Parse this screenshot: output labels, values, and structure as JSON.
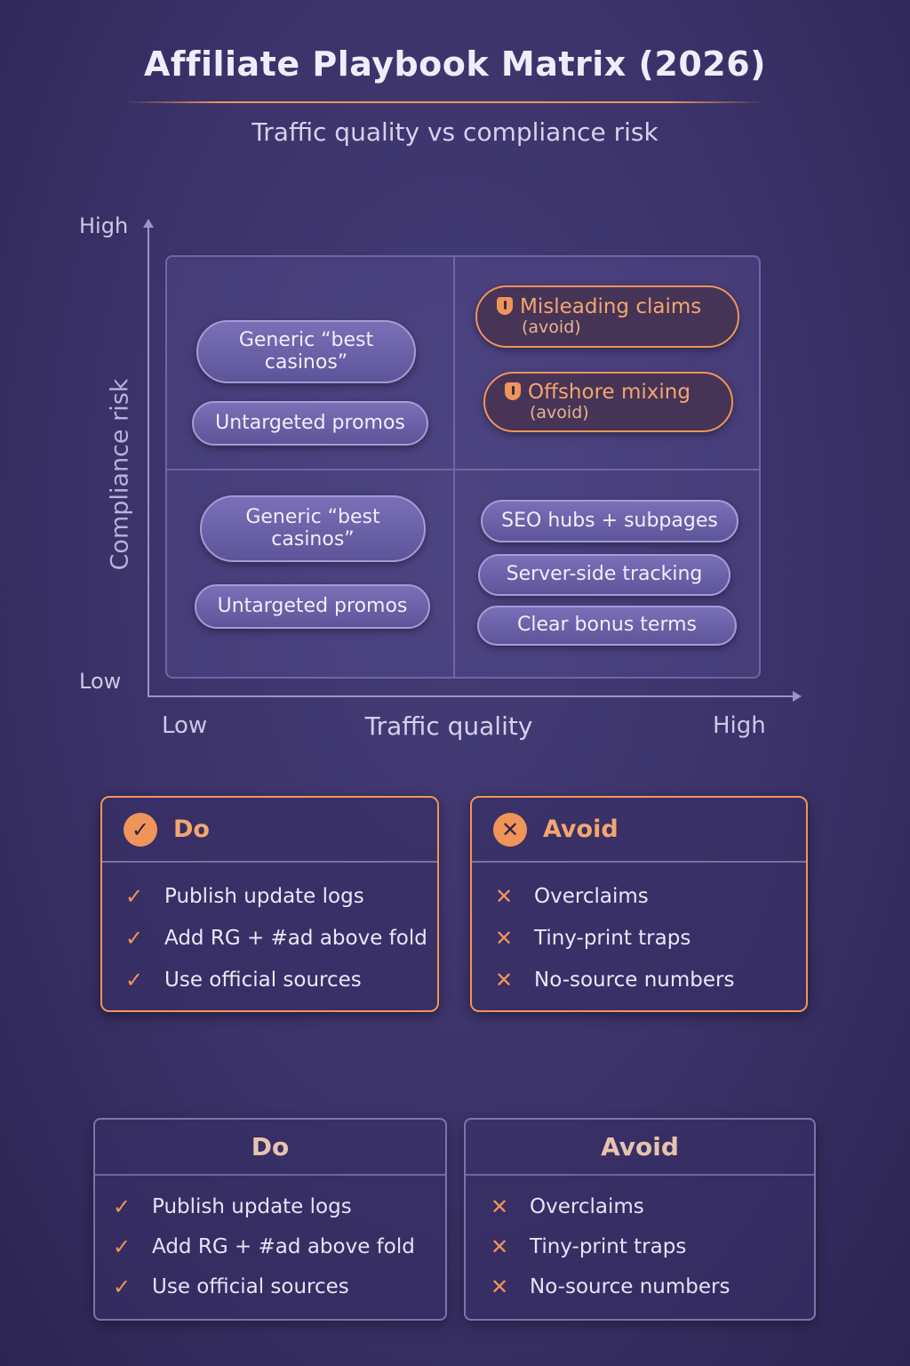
{
  "title": "Affiliate Playbook Matrix (2026)",
  "subtitle": "Traffic quality vs compliance risk",
  "matrix": {
    "y_axis": {
      "label": "Compliance risk",
      "high": "High",
      "low": "Low"
    },
    "x_axis": {
      "label": "Traffic quality",
      "low": "Low",
      "high": "High"
    },
    "top_left": [
      "Generic “best casinos”",
      "Untargeted promos"
    ],
    "bottom_left": [
      "Generic “best casinos”",
      "Untargeted promos"
    ],
    "top_right": [
      {
        "label": "Misleading claims",
        "note": "(avoid)",
        "icon": "shield-alert-icon"
      },
      {
        "label": "Offshore mixing",
        "note": "(avoid)",
        "icon": "shield-alert-icon"
      }
    ],
    "bottom_right": [
      "SEO hubs + subpages",
      "Server-side tracking",
      "Clear bonus terms"
    ]
  },
  "do_card": {
    "title": "Do",
    "icon": "check-circle-icon",
    "items": [
      "Publish update logs",
      "Add RG + #ad above fold",
      "Use official sources"
    ]
  },
  "avoid_card": {
    "title": "Avoid",
    "icon": "x-circle-icon",
    "items": [
      "Overclaims",
      "Tiny-print traps",
      "No-source numbers"
    ]
  },
  "do_card_2": {
    "title": "Do",
    "items": [
      "Publish update logs",
      "Add RG + #ad above fold",
      "Use official sources"
    ]
  },
  "avoid_card_2": {
    "title": "Avoid",
    "items": [
      "Overclaims",
      "Tiny-print traps",
      "No-source numbers"
    ]
  },
  "colors": {
    "accent": "#f0945a",
    "background": "#3a3268"
  }
}
